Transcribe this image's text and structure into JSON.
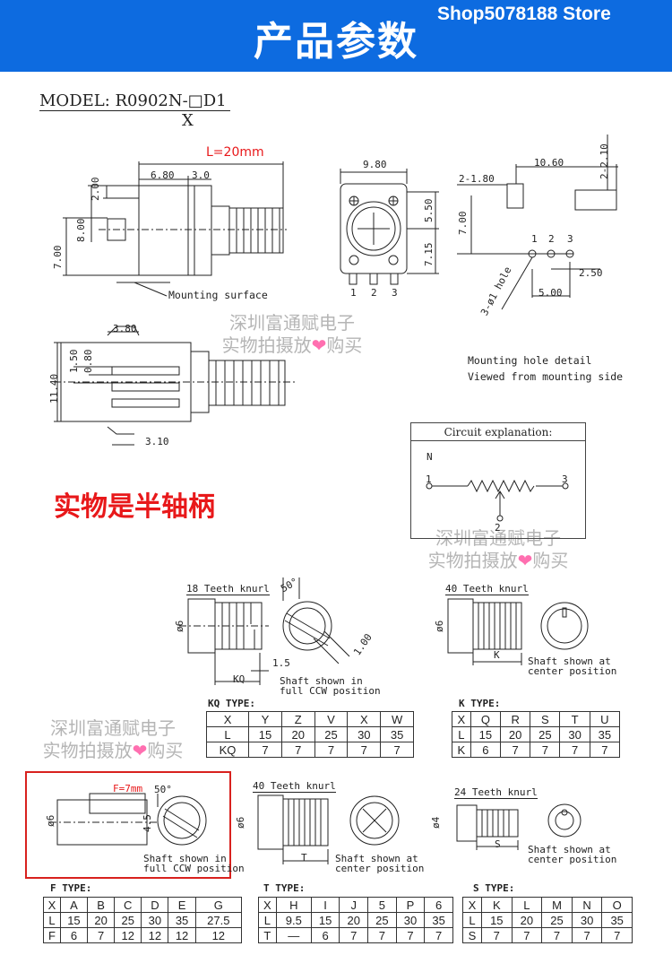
{
  "header": {
    "title": "产品参数",
    "store_name": "Shop5078188 Store",
    "bg_color": "#0d6be0"
  },
  "model": {
    "label": "MODEL: R0902N-□D1",
    "sub": "X"
  },
  "side_view": {
    "length": "L=20mm",
    "dims": [
      "6.80",
      "3.0",
      "2.00",
      "8.00",
      "7.00"
    ],
    "mounting": "Mounting surface"
  },
  "front_view": {
    "dims": [
      "9.80",
      "5.50",
      "7.15"
    ],
    "pins": [
      "1",
      "2",
      "3"
    ]
  },
  "hole_view": {
    "dims": [
      "10.60",
      "2-2.10",
      "2-1.80",
      "7.00",
      "2.50",
      "5.00"
    ],
    "hole": "3-ø1 hole",
    "pins": [
      "1",
      "2",
      "3"
    ]
  },
  "top_view": {
    "dims": [
      "3.80",
      "1.50",
      "0.80",
      "11.40",
      "3.10"
    ]
  },
  "mounting_note": [
    "Mounting hole detail",
    "Viewed from mounting side"
  ],
  "circuit": {
    "title": "Circuit explanation:",
    "n": "N",
    "pins": [
      "1",
      "2",
      "3"
    ]
  },
  "watermark": {
    "line1": "深圳富通赋电子",
    "line2a": "实物拍摄放",
    "heart": "❤",
    "line2b": "购买"
  },
  "red_note": "实物是半轴柄",
  "knurl_views": {
    "kq": {
      "knurl": "18 Teeth knurl",
      "angle": "50°",
      "dia": "ø6",
      "dim15": "1.5",
      "dim100": "1.00",
      "kq": "KQ",
      "caption": [
        "Shaft shown in",
        "full CCW position"
      ]
    },
    "k": {
      "knurl": "40 Teeth knurl",
      "dia": "ø6",
      "k": "K",
      "caption": [
        "Shaft shown at",
        "center position"
      ]
    },
    "f": {
      "flat": "F=7mm",
      "angle": "50°",
      "dia": "ø6",
      "dim45": "4.5",
      "caption": [
        "Shaft shown in",
        "full CCW position"
      ]
    },
    "t": {
      "knurl": "40 Teeth knurl",
      "dia": "ø6",
      "t": "T",
      "caption": [
        "Shaft shown at",
        "center position"
      ]
    },
    "s": {
      "knurl": "24 Teeth knurl",
      "dia": "ø4",
      "s": "S",
      "caption": [
        "Shaft shown at",
        "center position"
      ]
    }
  },
  "tables": {
    "kq": {
      "caption": "KQ TYPE:",
      "rows": [
        [
          "X",
          "Y",
          "Z",
          "V",
          "X",
          "W"
        ],
        [
          "L",
          "15",
          "20",
          "25",
          "30",
          "35"
        ],
        [
          "KQ",
          "7",
          "7",
          "7",
          "7",
          "7"
        ]
      ]
    },
    "k": {
      "caption": "K TYPE:",
      "rows": [
        [
          "X",
          "Q",
          "R",
          "S",
          "T",
          "U"
        ],
        [
          "L",
          "15",
          "20",
          "25",
          "30",
          "35"
        ],
        [
          "K",
          "6",
          "7",
          "7",
          "7",
          "7"
        ]
      ]
    },
    "f": {
      "caption": "F TYPE:",
      "rows": [
        [
          "X",
          "A",
          "B",
          "C",
          "D",
          "E",
          "G"
        ],
        [
          "L",
          "15",
          "20",
          "25",
          "30",
          "35",
          "27.5"
        ],
        [
          "F",
          "6",
          "7",
          "12",
          "12",
          "12",
          "12"
        ]
      ]
    },
    "t": {
      "caption": "T TYPE:",
      "rows": [
        [
          "X",
          "H",
          "I",
          "J",
          "5",
          "P",
          "6"
        ],
        [
          "L",
          "9.5",
          "15",
          "20",
          "25",
          "30",
          "35"
        ],
        [
          "T",
          "—",
          "6",
          "7",
          "7",
          "7",
          "7"
        ]
      ]
    },
    "s": {
      "caption": "S TYPE:",
      "rows": [
        [
          "X",
          "K",
          "L",
          "M",
          "N",
          "O"
        ],
        [
          "L",
          "15",
          "20",
          "25",
          "30",
          "35"
        ],
        [
          "S",
          "7",
          "7",
          "7",
          "7",
          "7"
        ]
      ]
    }
  }
}
